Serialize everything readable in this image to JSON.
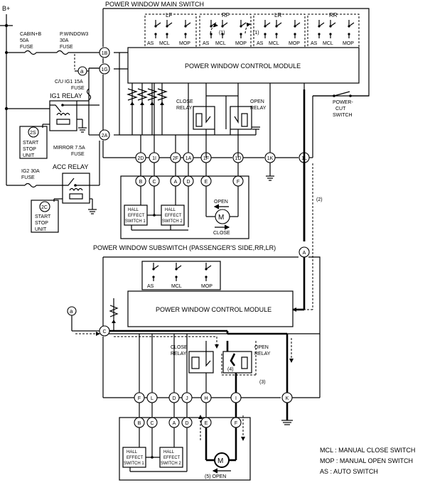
{
  "titles": {
    "main_switch": "POWER WINDOW MAIN SWITCH",
    "sub_switch": "POWER WINDOW SUBSWITCH (PASSENGER'S SIDE,RR,LR)"
  },
  "supply": {
    "battery": "B+"
  },
  "fuses": {
    "cabin_b": [
      "CABIN+B",
      "50A",
      "FUSE"
    ],
    "pwindow3": [
      "P.WINDOW3",
      "30A",
      "FUSE"
    ],
    "cu_ig1": [
      "C/U IG1 15A",
      "FUSE"
    ],
    "mirror": [
      "MIRROR 7.5A",
      "FUSE"
    ],
    "ig2": [
      "IG2 30A",
      "FUSE"
    ]
  },
  "relays": {
    "ig1": "IG1 RELAY",
    "acc": "ACC RELAY",
    "close": [
      "CLOSE",
      "RELAY"
    ],
    "open": [
      "OPEN",
      "RELAY"
    ]
  },
  "start_stop": {
    "connector_2s": "2S",
    "connector_2c": "2C",
    "label": [
      "START",
      "STOP",
      "UNIT"
    ]
  },
  "module": {
    "label": "POWER WINDOW CONTROL MODULE"
  },
  "power_cut": [
    "POWER-",
    "CUT",
    "SWITCH"
  ],
  "windows": {
    "lf": "LF",
    "rf": "RF",
    "lr": "LR",
    "rr": "RR"
  },
  "switch_labels": {
    "as": "AS",
    "mcl": "MCL",
    "mop": "MOP"
  },
  "hall": {
    "sw1": [
      "HALL",
      "EFFECT",
      "SWITCH 1"
    ],
    "sw2": [
      "HALL",
      "EFFECT",
      "SWITCH 2"
    ]
  },
  "motor": {
    "symbol": "M",
    "open": "OPEN",
    "close": "CLOSE",
    "open_step": "(5)  OPEN"
  },
  "steps": {
    "s1a": "(1)",
    "s1b": "(1)",
    "s2": "(2)",
    "s3": "(3)",
    "s4": "(4)"
  },
  "signal": {
    "a": "a"
  },
  "main_terminals": {
    "t1B": "1B",
    "t1G": "1G",
    "t2A": "2A",
    "t2D": "2D",
    "t1I": "1I",
    "t2F": "2F",
    "t1A": "1A",
    "t1F": "1F",
    "t1D": "1D",
    "t1K": "1K",
    "t1L": "1L"
  },
  "main_motor_terminals": {
    "b": "B",
    "c": "C",
    "a": "A",
    "d": "D",
    "e": "E",
    "f": "F"
  },
  "sub_terminals": {
    "a": "A",
    "c": "C",
    "f": "F",
    "l": "L",
    "d": "D",
    "j": "J",
    "h": "H",
    "i": "I",
    "k": "K"
  },
  "sub_motor_terminals": {
    "b": "B",
    "c": "C",
    "a": "A",
    "d": "D",
    "e": "E",
    "f": "F"
  },
  "legend": {
    "mcl": "MCL : MANUAL CLOSE SWITCH",
    "mop": "MOP : MANUAL OPEN SWITCH",
    "as": "AS : AUTO SWITCH"
  }
}
